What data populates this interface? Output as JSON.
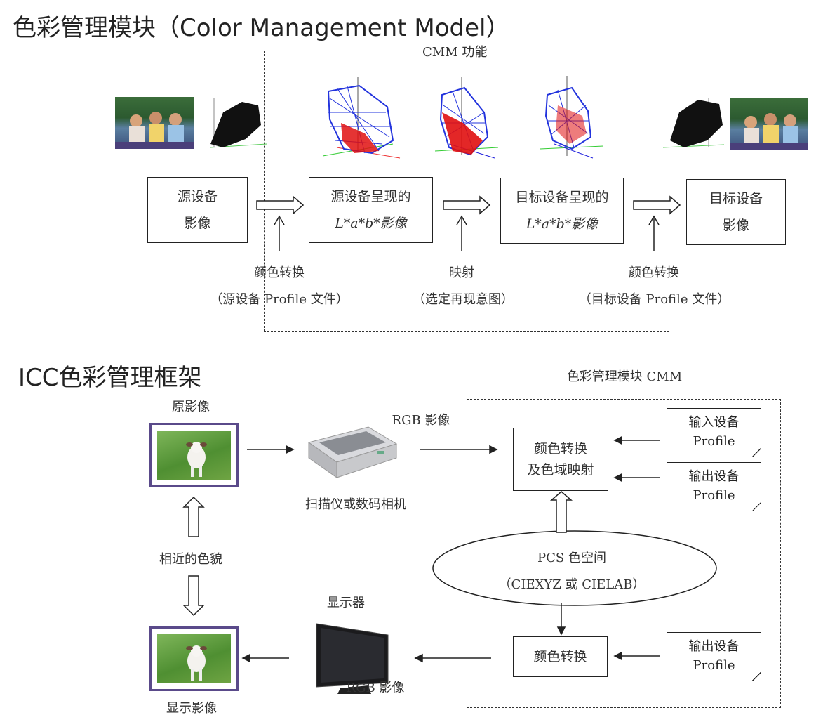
{
  "titles": {
    "cmm": "色彩管理模块（Color Management Model）",
    "icc": "ICC色彩管理框架"
  },
  "top": {
    "cmm_function": "CMM 功能",
    "boxes": {
      "source_image": [
        "源设备",
        "影像"
      ],
      "source_lab": [
        "源设备呈现的",
        "L*a*b*影像"
      ],
      "target_lab": [
        "目标设备呈现的",
        "L*a*b*影像"
      ],
      "target_image": [
        "目标设备",
        "影像"
      ]
    },
    "captions": {
      "conv1_line1": "颜色转换",
      "conv1_line2": "（源设备 Profile 文件）",
      "map_line1": "映射",
      "map_line2": "（选定再现意图）",
      "conv2_line1": "颜色转换",
      "conv2_line2": "（目标设备 Profile 文件）"
    }
  },
  "bottom": {
    "cmm_label": "色彩管理模块 CMM",
    "original_image": "原影像",
    "rgb_in": "RGB 影像",
    "scanner": "扫描仪或数码相机",
    "similar": "相近的色貌",
    "monitor": "显示器",
    "rgb_out": "RGB 影像",
    "display_image": "显示影像",
    "convert_map": [
      "颜色转换",
      "及色域映射"
    ],
    "convert": "颜色转换",
    "pcs": [
      "PCS 色空间",
      "（CIEXYZ  或 CIELAB）"
    ],
    "input_profile": [
      "输入设备",
      "Profile"
    ],
    "output_profile_1": [
      "输出设备",
      "Profile"
    ],
    "output_profile_2": [
      "输出设备",
      "Profile"
    ]
  },
  "colors": {
    "gamut_blue": "#2233dd",
    "gamut_red": "#e01010",
    "frame_purple": "#5a4a8a",
    "grass": "#5a9a38"
  }
}
